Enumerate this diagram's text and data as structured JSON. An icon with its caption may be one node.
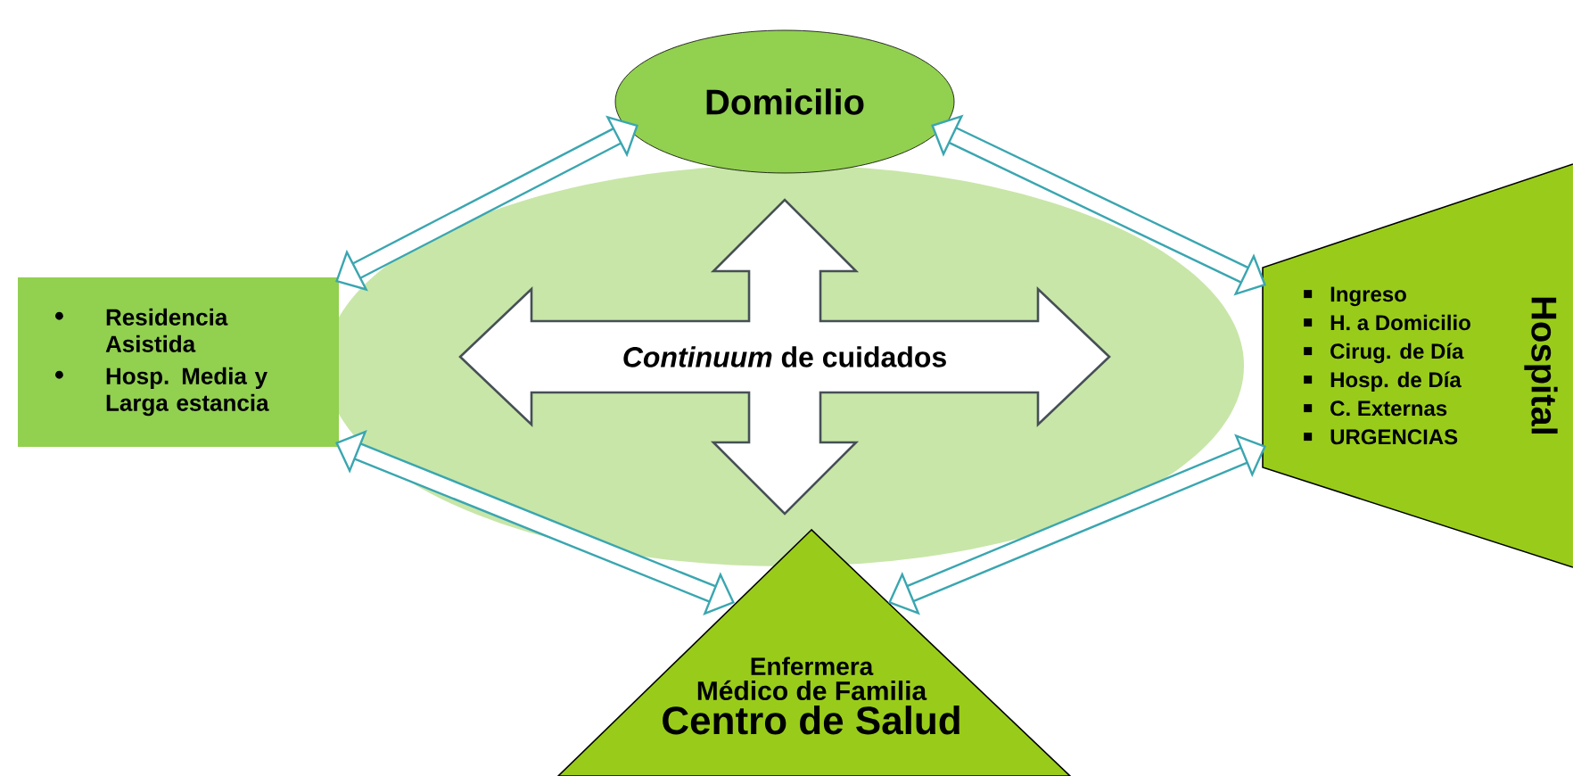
{
  "diagram": {
    "nodes": [
      {
        "text": [],
        "shape": "ellipse"
      },
      {
        "text": [
          "*Continuum* de cuidados"
        ],
        "in": 0
      },
      {
        "text": [
          "Domicilio"
        ]
      },
      {
        "text": [
          "Residencia Asistida",
          "Hosp. Media y Larga estancia"
        ]
      },
      {
        "text": [
          "Ingreso",
          "H. a Domicilio",
          "Cirug. de Día",
          "Hosp. de Día",
          "C. Externas",
          "URGENCIAS",
          "Hospital"
        ]
      },
      {
        "text": [
          "Enfermera",
          "Médico de Familia",
          "Centro de Salud"
        ]
      }
    ],
    "edges": [
      {
        "from": 3,
        "to": 2,
        "arrow": "both"
      },
      {
        "from": 2,
        "to": 4,
        "arrow": "both"
      },
      {
        "from": 3,
        "to": 5,
        "arrow": "both"
      },
      {
        "from": 5,
        "to": 4,
        "arrow": "both"
      }
    ]
  }
}
